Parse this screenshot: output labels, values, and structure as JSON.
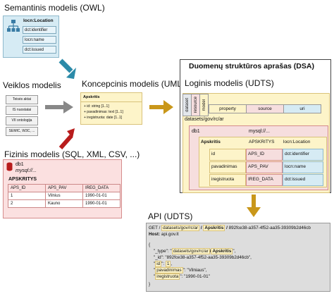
{
  "owl": {
    "title": "Semantinis modelis (OWL)",
    "class": "locn:Location",
    "props": [
      "dct:identifier",
      "locn:name",
      "dct:issued"
    ]
  },
  "veiklos": {
    "title": "Veiklos modelis",
    "items": [
      "Teisės aktai",
      "IS nuostatai",
      "VII ontologija",
      "SEMIC, W3C, ..."
    ]
  },
  "konceptual": {
    "title": "Koncepcinis modelis (UML)",
    "class": "Apskritis",
    "attrs": [
      "+ id: string [1..1]",
      "+ pavadinimas: text [1..1]",
      "+ iregistruota: date [1..1]"
    ]
  },
  "fizinis": {
    "title": "Fizinis modelis (SQL, XML, CSV, ...)",
    "db": "db1",
    "dsn": "mysql://...",
    "table": "APSKRITYS",
    "headers": [
      "APS_ID",
      "APS_PAV",
      "IREG_DATA"
    ],
    "rows": [
      [
        "1",
        "Vilnius",
        "1990-01-01"
      ],
      [
        "2",
        "Kauno",
        "1990-01-01"
      ]
    ]
  },
  "dsa": {
    "title": "Duomenų struktūros aprašas (DSA)",
    "logical": "Loginis modelis (UDTS)",
    "tabs_vertical": [
      "dataset",
      "resource",
      "model"
    ],
    "tabs": [
      "property",
      "source",
      "uri"
    ],
    "dataset": "datasets/gov/rc/ar",
    "resource": "db1",
    "resource_source": "mysql://...",
    "model": "Apskritis",
    "model_source": "APSKRITYS",
    "model_uri": "locn:Location",
    "props": [
      [
        "id",
        "APS_ID",
        "dct:identifier"
      ],
      [
        "pavadinimas",
        "APS_PAV",
        "locn:name"
      ],
      [
        "iregistruota",
        "IREG_DATA",
        "dct:issued"
      ]
    ]
  },
  "api": {
    "title": "API (UDTS)",
    "method": "GET /",
    "path1": "datasets/gov/rc/ar",
    "sep": "/",
    "path2": "Apskritis",
    "id": "892fce38-a357-4f52-aa35-39309b2d46cb",
    "host_label": "Host:",
    "host": "api.gov.lt",
    "open": "{",
    "close": "}",
    "type_key": "_type",
    "type_val1": "datasets/gov/rc/ar",
    "type_val2": "Apskritis",
    "id_key": "_id",
    "id_key2": "id",
    "id_val2": "1",
    "name_key": "pavadinimas",
    "name_val": "Vilniaus",
    "reg_key": "iregistruota",
    "reg_val": "1990-01-01"
  }
}
